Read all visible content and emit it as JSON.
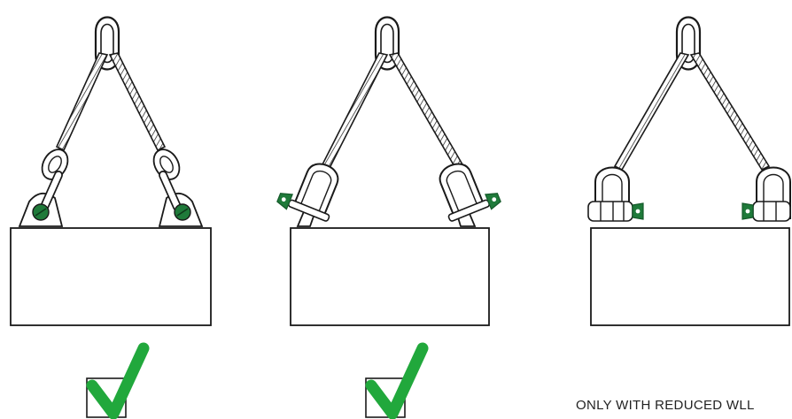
{
  "colors": {
    "stroke": "#1a1a1a",
    "accent_green": "#1f7a3a",
    "dark_green": "#145a2a",
    "check_green": "#21a83c"
  },
  "panels": [
    {
      "id": "left",
      "attachment": "welded-lifting-lug",
      "status": "check-icon"
    },
    {
      "id": "middle",
      "attachment": "shackle-on-lug",
      "status": "check-icon"
    },
    {
      "id": "right",
      "attachment": "shackle-side-mounted",
      "status": "caption"
    }
  ],
  "caption": "ONLY WITH REDUCED WLL"
}
